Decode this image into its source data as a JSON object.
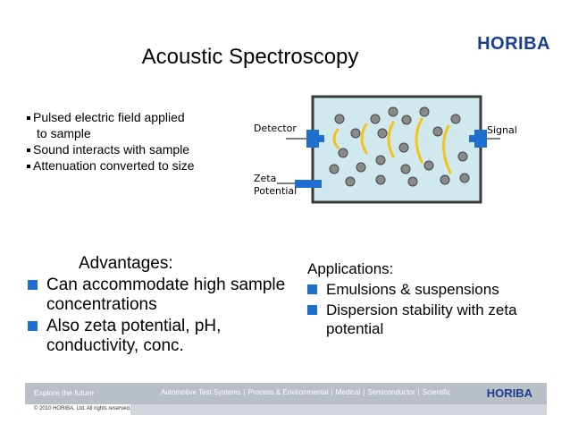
{
  "title": "Acoustic Spectroscopy",
  "logo": "HORIBA",
  "bullets": [
    "Pulsed electric field applied",
    "to sample",
    "Sound interacts with sample",
    "Attenuation converted to size"
  ],
  "diagram": {
    "detector": "Detector",
    "signal": "Signal",
    "zeta_line1": "Zeta",
    "zeta_line2": "Potential"
  },
  "advantages": {
    "heading": "Advantages:",
    "items": [
      "Can accommodate high sample concentrations",
      "Also zeta potential, pH, conductivity, conc."
    ]
  },
  "applications": {
    "heading": "Applications:",
    "items": [
      "Emulsions & suspensions",
      "Dispersion stability with zeta potential"
    ]
  },
  "footer": {
    "tagline": "Explore the future",
    "categories": [
      "Automotive Test Systems",
      "Process & Environmental",
      "Medical",
      "Semiconductor",
      "Scientific"
    ],
    "logo": "HORIBA",
    "copyright": "© 2010 HORIBA, Ltd. All rights reserved."
  },
  "colors": {
    "accent_blue": "#1e6fd0",
    "logo_blue": "#1a3d8f",
    "cell_fill": "#cfe9ef",
    "wave_yellow": "#f2c319"
  }
}
